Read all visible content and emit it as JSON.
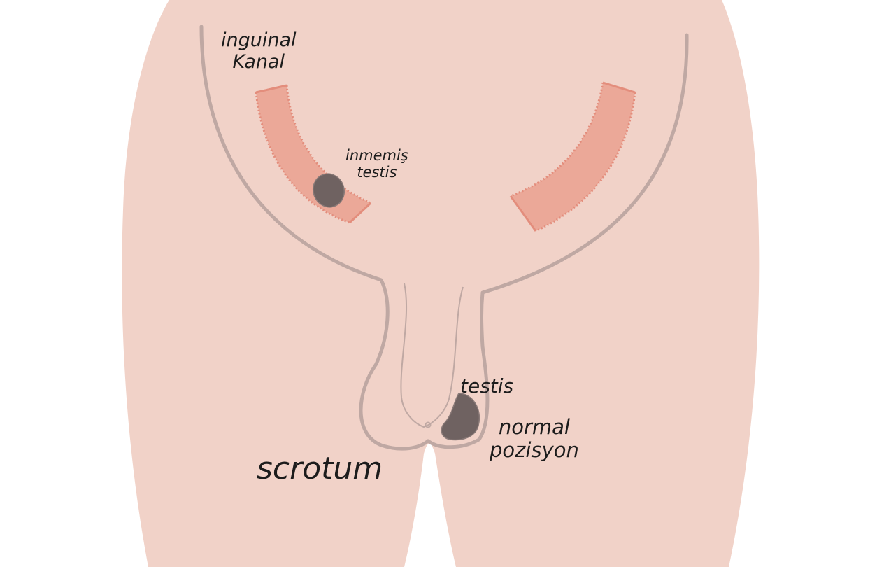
{
  "labels": {
    "inguinal_canal": {
      "line1": "inguinal",
      "line2": "Kanal"
    },
    "undescended_testis": {
      "line1": "inmemiş",
      "line2": "testis"
    },
    "testis": "testis",
    "normal_position": {
      "line1": "normal",
      "line2": "pozisyon"
    },
    "scrotum": "scrotum"
  },
  "colors": {
    "skin": "#f1d2c8",
    "outline": "#bfa8a3",
    "canal": "#eba898",
    "canal_edge": "#e38d7c",
    "testis": "#6f6261",
    "background": "#ffffff"
  }
}
